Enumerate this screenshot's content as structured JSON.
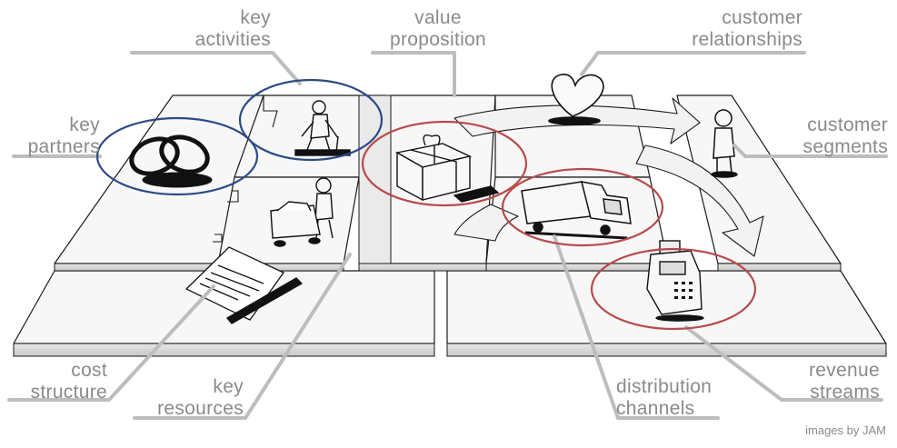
{
  "labels": {
    "key_activities": [
      "key",
      "activities"
    ],
    "value_proposition": [
      "value",
      "proposition"
    ],
    "customer_relationships": [
      "customer",
      "relationships"
    ],
    "key_partners": [
      "key",
      "partners"
    ],
    "customer_segments": [
      "customer",
      "segments"
    ],
    "cost_structure": [
      "cost",
      "structure"
    ],
    "key_resources": [
      "key",
      "resources"
    ],
    "distribution_channels": [
      "distribution",
      "channels"
    ],
    "revenue_streams": [
      "revenue",
      "streams"
    ]
  },
  "credit": "images by JAM",
  "colors": {
    "label_text": "#8a8a8a",
    "outline": "#1a1a1a",
    "blue_circle": "#2b4a86",
    "red_circle": "#b84a4a",
    "board_fill": "#f7f7f7",
    "board_side": "#d6d6d6"
  },
  "icons": {
    "key_partners": "rings-icon",
    "key_activities": "worker-cleaning-icon",
    "key_resources": "worker-cart-icon",
    "value_proposition": "gift-box-icon",
    "customer_relationships": "heart-icon",
    "channels": "truck-icon",
    "customer_segments": "person-icon",
    "revenue_streams": "cash-register-icon",
    "cost_structure": "invoice-document-icon"
  }
}
